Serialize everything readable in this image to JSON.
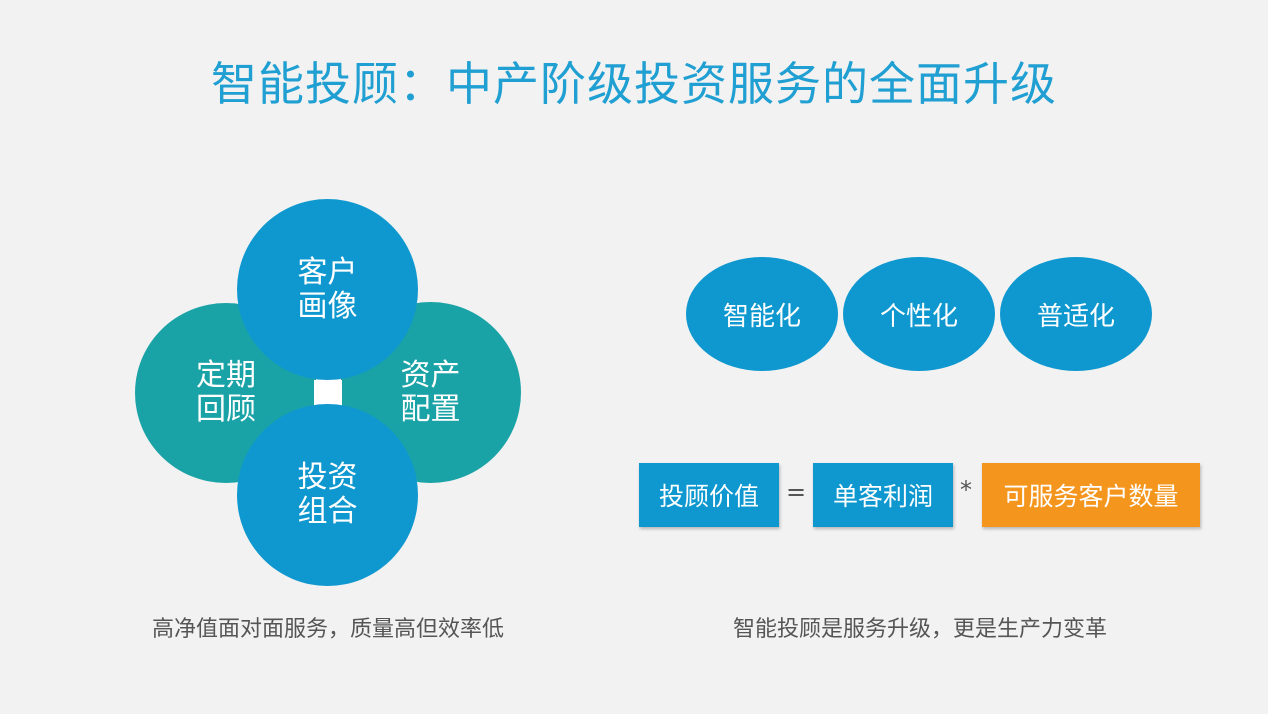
{
  "title": "智能投顾：中产阶级投资服务的全面升级",
  "left_diagram": {
    "top": [
      "客户",
      "画像"
    ],
    "left": [
      "定期",
      "回顾"
    ],
    "right": [
      "资产",
      "配置"
    ],
    "bottom": [
      "投资",
      "组合"
    ],
    "caption": "高净值面对面服务，质量高但效率低",
    "colors": {
      "blue": "#0f98cf",
      "teal": "#1aa3a6"
    }
  },
  "right_diagram": {
    "ellipses": [
      "智能化",
      "个性化",
      "普适化"
    ],
    "formula": {
      "term1": "投顾价值",
      "equals": "=",
      "term2": "单客利润",
      "times": "*",
      "term3": "可服务客户数量"
    },
    "caption": "智能投顾是服务升级，更是生产力变革",
    "colors": {
      "blue": "#0f98cf",
      "orange": "#f4961e"
    }
  }
}
